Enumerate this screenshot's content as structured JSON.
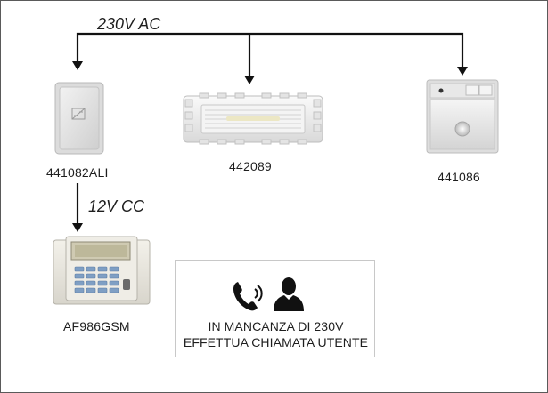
{
  "supply": {
    "ac_label": "230V AC",
    "dc_label": "12V CC"
  },
  "devices": [
    {
      "code": "441082ALI",
      "kind": "power-supply-module"
    },
    {
      "code": "442089",
      "kind": "emergency-light"
    },
    {
      "code": "441086",
      "kind": "detector-module"
    },
    {
      "code": "AF986GSM",
      "kind": "gsm-keypad-dialer"
    }
  ],
  "notice": {
    "line1": "IN MANCANZA DI 230V",
    "line2": "EFFETTUA CHIAMATA UTENTE",
    "icons": [
      "phone-ringing-icon",
      "user-icon"
    ]
  },
  "colors": {
    "wire": "#111111",
    "text": "#1e1e1e",
    "border": "#5a5a5a"
  }
}
